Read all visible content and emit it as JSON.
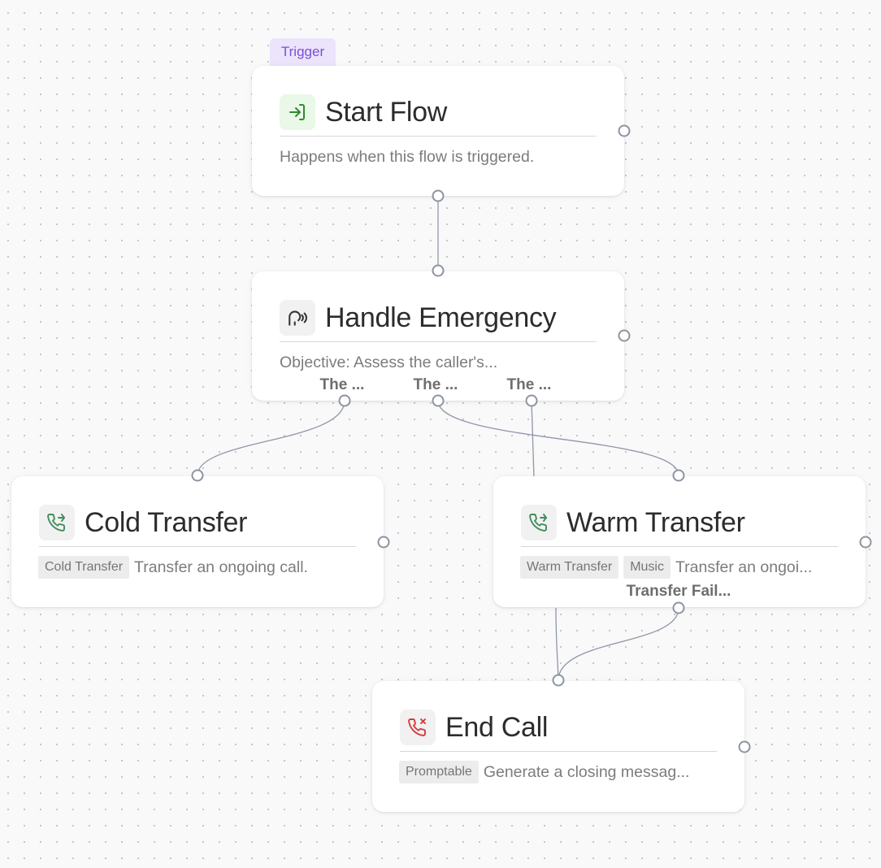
{
  "canvas": {
    "trigger_badge": "Trigger"
  },
  "nodes": {
    "start_flow": {
      "icon": "enter-icon",
      "title": "Start Flow",
      "description": "Happens when this flow is triggered."
    },
    "handle_emergency": {
      "icon": "speaking-head-icon",
      "title": "Handle Emergency",
      "description": "Objective: Assess the caller's...",
      "outputs": [
        "The ...",
        "The ...",
        "The ..."
      ]
    },
    "cold_transfer": {
      "icon": "phone-forward-icon",
      "title": "Cold Transfer",
      "tags": [
        "Cold Transfer"
      ],
      "description": "Transfer an ongoing call."
    },
    "warm_transfer": {
      "icon": "phone-forward-icon",
      "title": "Warm Transfer",
      "tags": [
        "Warm Transfer",
        "Music"
      ],
      "description": "Transfer an ongoi...",
      "outputs": [
        "Transfer Fail..."
      ]
    },
    "end_call": {
      "icon": "phone-x-icon",
      "title": "End Call",
      "tags": [
        "Promptable"
      ],
      "description": "Generate a closing messag..."
    }
  },
  "colors": {
    "trigger_badge_bg": "#ece4fb",
    "trigger_badge_text": "#7a4fd8",
    "start_icon_green": "#2f8a2f",
    "transfer_icon_green": "#3f8d5a",
    "end_call_icon_red": "#d23b3b",
    "edge": "#8e97a8"
  }
}
